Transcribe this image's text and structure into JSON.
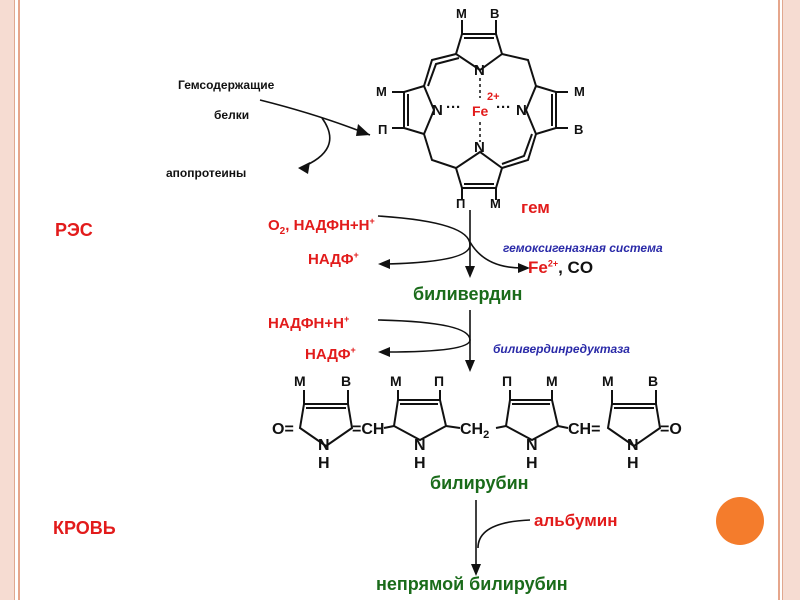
{
  "labels": {
    "gemsoder1": "Гемсодержащие",
    "gemsoder2": "белки",
    "apoproteins": "апопротеины",
    "res": "РЭС",
    "krov": "КРОВЬ",
    "o2_part1": "O",
    "o2_sub": "2",
    "o2_part2": ", НАДФН+Н",
    "o2_sup": "+",
    "nadf1": "НАДФ",
    "nadf1_sup": "+",
    "gem": "гем",
    "hemoxygenase": "гемоксигеназная система",
    "fe": "Fe",
    "fe_sup": "2+",
    "co": ", CO",
    "biliverdin": "биливердин",
    "nadfn2": "НАДФН+Н",
    "nadfn2_sup": "+",
    "nadf2": "НАДФ",
    "nadf2_sup": "+",
    "biliverdin_reductase": "биливердинредуктаза",
    "bilirubin": "билирубин",
    "albumin": "альбумин",
    "indirect_bilirubin": "непрямой билирубин"
  },
  "heme_ring": {
    "sub_M_top": "М",
    "sub_B_top": "В",
    "sub_M_left": "М",
    "sub_P_left": "П",
    "sub_M_right": "М",
    "sub_B_right": "В",
    "sub_P_bottom": "П",
    "sub_M_bottom": "М",
    "n_top": "N",
    "n_left": "N",
    "n_right": "N",
    "n_bottom": "N",
    "fe": "Fe",
    "fe_charge": "2+",
    "dots": "···"
  },
  "bilirubin_struct": {
    "subs": [
      "М",
      "В",
      "М",
      "П",
      "П",
      "М",
      "М",
      "В"
    ],
    "o_left": "O=",
    "ch1": "=CH",
    "ch2": "CH",
    "ch2_sub": "2",
    "ch3": "CH=",
    "o_right": "=O",
    "n": "N",
    "h": "H"
  },
  "colors": {
    "red": "#e21b1b",
    "green": "#1a6b1a",
    "blue": "#2a2aa8",
    "accent": "#f47c2c"
  }
}
